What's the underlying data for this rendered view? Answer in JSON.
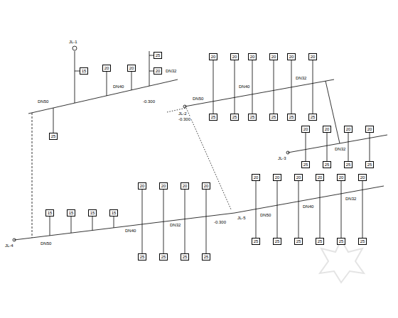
{
  "diagram": {
    "nodes": [
      {
        "text": [
          "25"
        ]
      },
      {
        "text": [
          "20"
        ]
      },
      {
        "text": [
          "20"
        ]
      },
      {
        "text": [
          "25"
        ]
      },
      {
        "text": [
          "20"
        ]
      },
      {
        "text": [
          "15"
        ]
      },
      {
        "text": [
          "20"
        ]
      },
      {
        "text": [
          "25"
        ]
      },
      {
        "text": [
          "20"
        ]
      },
      {
        "text": [
          "25"
        ]
      },
      {
        "text": [
          "20"
        ]
      },
      {
        "text": [
          "25"
        ]
      },
      {
        "text": [
          "20"
        ]
      },
      {
        "text": [
          "25"
        ]
      },
      {
        "text": [
          "20"
        ]
      },
      {
        "text": [
          "25"
        ]
      },
      {
        "text": [
          "20"
        ]
      },
      {
        "text": [
          "25"
        ]
      },
      {
        "text": [
          "20"
        ]
      },
      {
        "text": [
          "25"
        ]
      },
      {
        "text": [
          "20"
        ]
      },
      {
        "text": [
          "25"
        ]
      },
      {
        "text": [
          "20"
        ]
      },
      {
        "text": [
          "25"
        ]
      },
      {
        "text": [
          "20"
        ]
      },
      {
        "text": [
          "25"
        ]
      },
      {
        "text": [
          "15"
        ]
      },
      {
        "text": [
          "15"
        ]
      },
      {
        "text": [
          "15"
        ]
      },
      {
        "text": [
          "15"
        ]
      },
      {
        "text": [
          "20"
        ]
      },
      {
        "text": [
          "25"
        ]
      },
      {
        "text": [
          "20"
        ]
      },
      {
        "text": [
          "25"
        ]
      },
      {
        "text": [
          "20"
        ]
      },
      {
        "text": [
          "25"
        ]
      },
      {
        "text": [
          "20"
        ]
      },
      {
        "text": [
          "25"
        ]
      },
      {
        "text": [
          "20"
        ]
      },
      {
        "text": [
          "25"
        ]
      },
      {
        "text": [
          "20"
        ]
      },
      {
        "text": [
          "25"
        ]
      },
      {
        "text": [
          "20"
        ]
      },
      {
        "text": [
          "25"
        ]
      },
      {
        "text": [
          "20"
        ]
      },
      {
        "text": [
          "25"
        ]
      },
      {
        "text": [
          "20"
        ]
      },
      {
        "text": [
          "25"
        ]
      },
      {
        "text": [
          "20"
        ]
      },
      {
        "text": [
          "25"
        ]
      }
    ],
    "labels": [
      "JL-1",
      "DN50",
      "DN40",
      "DN32",
      "-0.300",
      "JL-2",
      "-0.300",
      "DN50",
      "DN40",
      "DN32",
      "JL-3",
      "DN32",
      "JL-4",
      "DN50",
      "DN40",
      "DN32",
      "-0.300",
      "JL-5",
      "DN50",
      "DN40",
      "DN32"
    ]
  }
}
